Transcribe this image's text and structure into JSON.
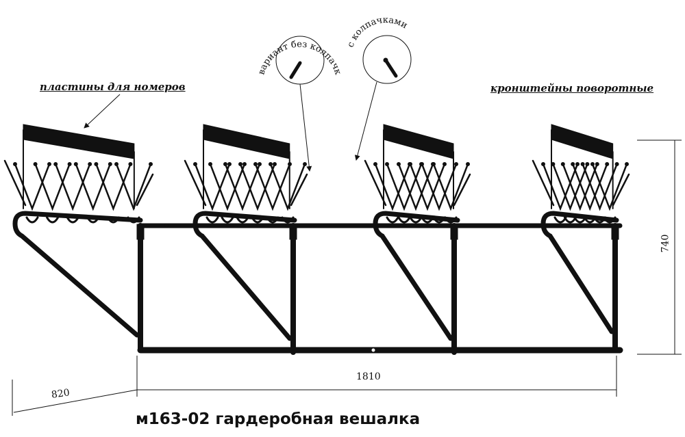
{
  "labels": {
    "plates": "пластины для номеров",
    "brackets": "кронштейны поворотные",
    "variant_no_caps": "вариант без колпачков",
    "with_caps": "с колпачками"
  },
  "dimensions": {
    "depth": "820",
    "length": "1810",
    "height": "740"
  },
  "title": "м163-02 гардеробная вешалка",
  "colors": {
    "line": "#111111",
    "background": "#ffffff"
  }
}
